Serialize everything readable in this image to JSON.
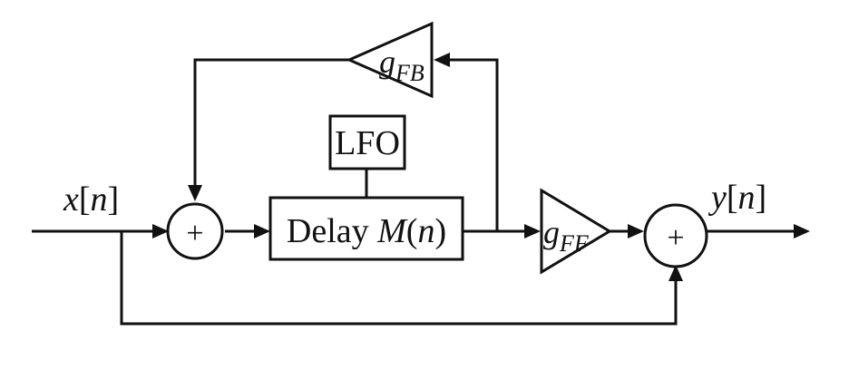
{
  "diagram": {
    "input": {
      "var": "x",
      "open": "[",
      "idx": "n",
      "close": "]"
    },
    "output": {
      "var": "y",
      "open": "[",
      "idx": "n",
      "close": "]"
    },
    "sum1": {
      "symbol": "+"
    },
    "sum2": {
      "symbol": "+"
    },
    "delay": {
      "word": "Delay ",
      "func": "M",
      "open": "(",
      "arg": "n",
      "close": ")"
    },
    "lfo": {
      "label": "LFO"
    },
    "feedback_gain": {
      "base": "g",
      "sub": "FB"
    },
    "feedforward_gain": {
      "base": "g",
      "sub": "FF"
    },
    "colors": {
      "stroke": "#111111",
      "background": "#ffffff"
    }
  }
}
